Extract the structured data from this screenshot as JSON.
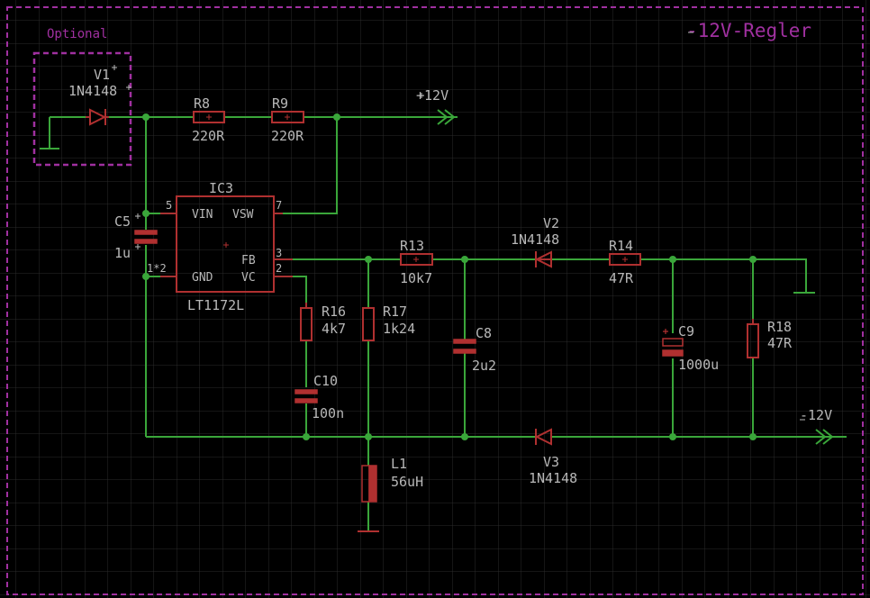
{
  "frame": {
    "title": "-12V-Regler",
    "optional_label": "Optional"
  },
  "nets": {
    "plus12": "+12V",
    "minus12": "-12V"
  },
  "ic": {
    "name": "IC3",
    "part": "LT1172L",
    "pins": {
      "vin": "VIN",
      "vsw": "VSW",
      "gnd": "GND",
      "fb": "FB",
      "vc": "VC",
      "vin_num": "5",
      "vsw_num": "7",
      "gnd_num": "1*2",
      "fb_num": "3",
      "vc_num": "2"
    }
  },
  "components": {
    "V1": {
      "name": "V1",
      "value": "1N4148"
    },
    "V2": {
      "name": "V2",
      "value": "1N4148"
    },
    "V3": {
      "name": "V3",
      "value": "1N4148"
    },
    "R8": {
      "name": "R8",
      "value": "220R"
    },
    "R9": {
      "name": "R9",
      "value": "220R"
    },
    "R13": {
      "name": "R13",
      "value": "10k7"
    },
    "R14": {
      "name": "R14",
      "value": "47R"
    },
    "R16": {
      "name": "R16",
      "value": "4k7"
    },
    "R17": {
      "name": "R17",
      "value": "1k24"
    },
    "R18": {
      "name": "R18",
      "value": "47R"
    },
    "C5": {
      "name": "C5",
      "value": "1u"
    },
    "C8": {
      "name": "C8",
      "value": "2u2"
    },
    "C9": {
      "name": "C9",
      "value": "1000u"
    },
    "C10": {
      "name": "C10",
      "value": "100n"
    },
    "L1": {
      "name": "L1",
      "value": "56uH"
    }
  },
  "colors": {
    "background": "#000000",
    "grid": "#2a2a2a",
    "wire": "#3aa63a",
    "symbol": "#b03030",
    "text": "#b8b8b8",
    "frame": "#a030a0"
  }
}
